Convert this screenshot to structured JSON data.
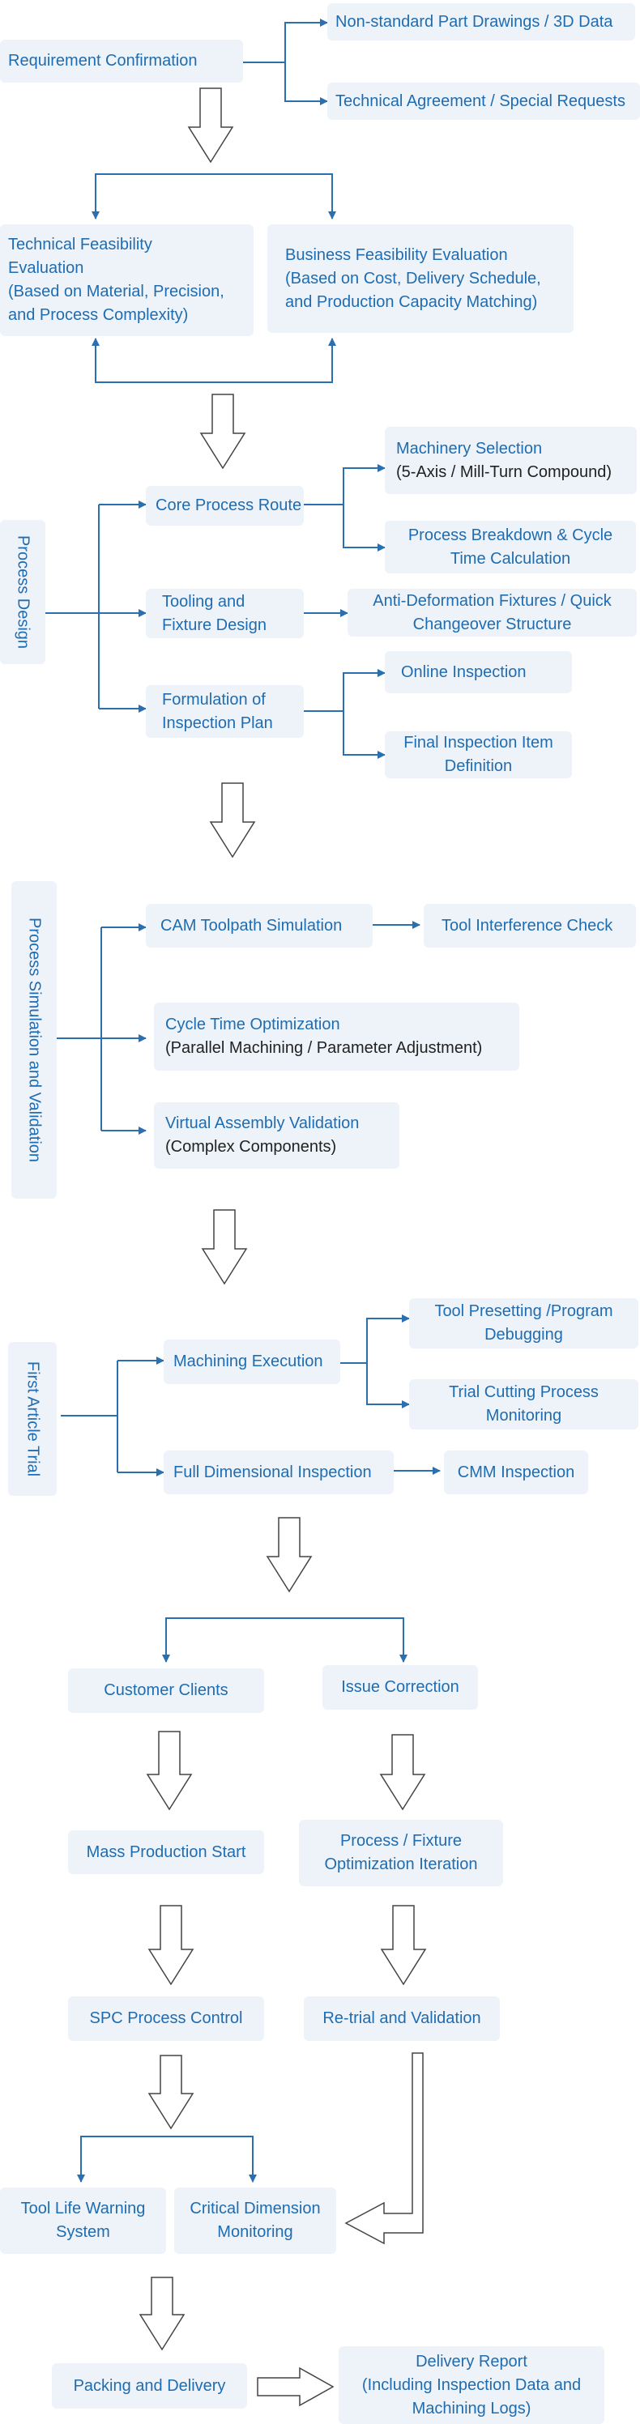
{
  "colors": {
    "box_bg": "#eef3f9",
    "text": "#1f6cb0",
    "line": "#2a6fb0",
    "arrow_outline": "#333333"
  },
  "boxes": {
    "req_confirm": "Requirement Confirmation",
    "nonstandard": "Non-standard Part Drawings / 3D Data",
    "tech_agreement": "Technical Agreement / Special Requests",
    "tech_feas": [
      "Technical Feasibility",
      "Evaluation",
      "(Based on Material, Precision,",
      "and Process Complexity)"
    ],
    "biz_feas": [
      "Business Feasibility Evaluation",
      "(Based on Cost, Delivery Schedule,",
      "and Production Capacity Matching)"
    ],
    "process_design": "Process  Design",
    "core_route": "Core Process Route",
    "machinery_sel": [
      "Machinery Selection",
      "(5-Axis / Mill-Turn Compound)"
    ],
    "breakdown": [
      "Process Breakdown & Cycle",
      "Time Calculation"
    ],
    "tooling": [
      "Tooling and",
      "Fixture Design"
    ],
    "anti_deform": [
      "Anti-Deformation Fixtures / Quick",
      "Changeover Structure"
    ],
    "insp_plan": [
      "Formulation of",
      "Inspection Plan"
    ],
    "online_insp": "Online Inspection",
    "final_insp": [
      "Final Inspection Item",
      "Definition"
    ],
    "sim_val": "Process Simulation and Validation",
    "cam_sim": "CAM Toolpath Simulation",
    "tool_interf": "Tool Interference Check",
    "cycle_opt": [
      "Cycle Time Optimization",
      "(Parallel Machining / Parameter Adjustment)"
    ],
    "virtual_asm": [
      "Virtual Assembly Validation",
      "(Complex Components)"
    ],
    "first_article": "First Article Trial",
    "mach_exec": "Machining Execution",
    "tool_preset": [
      "Tool Presetting /Program",
      "Debugging"
    ],
    "trial_cut": [
      "Trial Cutting Process",
      "Monitoring"
    ],
    "full_dim": "Full Dimensional Inspection",
    "cmm": "CMM Inspection",
    "customer": "Customer Clients",
    "issue": "Issue Correction",
    "mass_prod": "Mass Production Start",
    "proc_fix": [
      "Process / Fixture",
      "Optimization Iteration"
    ],
    "spc": "SPC Process Control",
    "retrial": "Re-trial and Validation",
    "tool_life": [
      "Tool Life Warning",
      "System"
    ],
    "crit_dim": [
      "Critical Dimension",
      "Monitoring"
    ],
    "packing": "Packing and Delivery",
    "delivery_report": [
      "Delivery Report",
      "(Including Inspection Data and",
      "Machining Logs)"
    ]
  }
}
